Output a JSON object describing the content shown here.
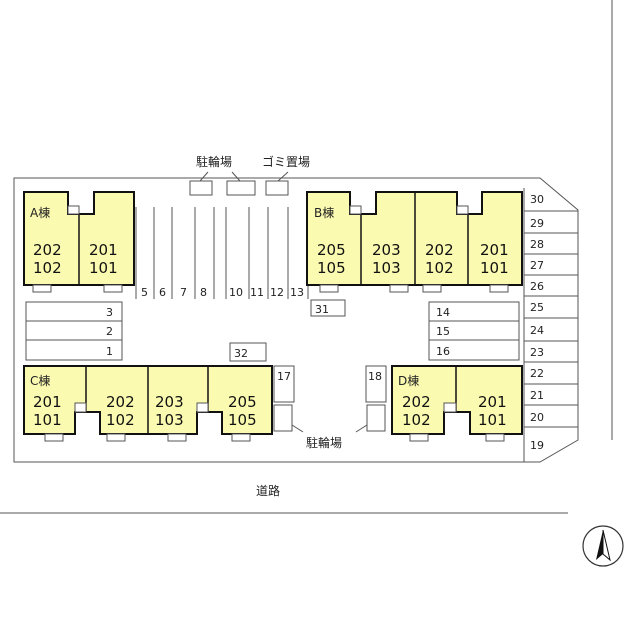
{
  "labels": {
    "bicycle_parking_top": "駐輪場",
    "garbage": "ゴミ置場",
    "bicycle_parking_bottom": "駐輪場",
    "road": "道路"
  },
  "buildings": {
    "A": {
      "name": "A棟",
      "units": [
        [
          "202",
          "102"
        ],
        [
          "201",
          "101"
        ]
      ]
    },
    "B": {
      "name": "B棟",
      "units": [
        [
          "205",
          "105"
        ],
        [
          "203",
          "103"
        ],
        [
          "202",
          "102"
        ],
        [
          "201",
          "101"
        ]
      ]
    },
    "C": {
      "name": "C棟",
      "units": [
        [
          "201",
          "101"
        ],
        [
          "202",
          "102"
        ],
        [
          "203",
          "103"
        ],
        [
          "205",
          "105"
        ]
      ]
    },
    "D": {
      "name": "D棟",
      "units": [
        [
          "202",
          "102"
        ],
        [
          "201",
          "101"
        ]
      ]
    }
  },
  "spaces": {
    "top_left": [
      "5",
      "6",
      "7",
      "8"
    ],
    "top_mid": [
      "10",
      "11",
      "12",
      "13"
    ],
    "left_stack": [
      "3",
      "2",
      "1"
    ],
    "right_col": [
      "30",
      "29",
      "28",
      "27",
      "26",
      "25",
      "24",
      "23",
      "22",
      "21",
      "20",
      "19"
    ],
    "inner_right": [
      "14",
      "15",
      "16"
    ],
    "misc": [
      "31",
      "32",
      "17",
      "18"
    ]
  },
  "colors": {
    "building_fill": "#fafab0",
    "outline": "#111111"
  },
  "icons": {
    "north": "north-arrow-icon"
  }
}
